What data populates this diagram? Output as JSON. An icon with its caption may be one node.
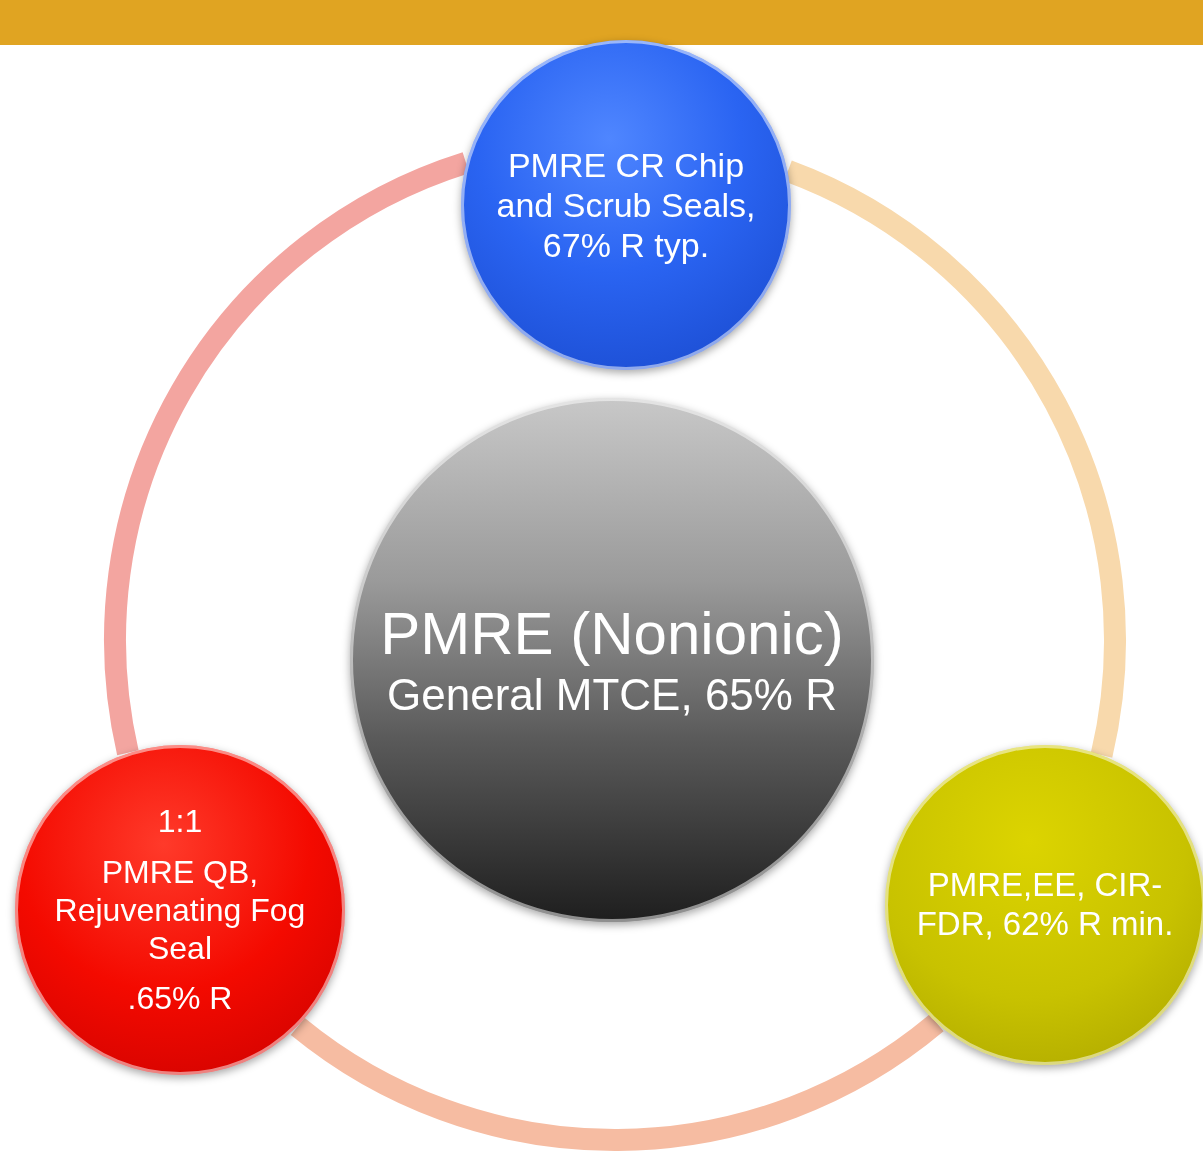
{
  "diagram": {
    "nodes": [
      {
        "text": [
          "PMRE CR Chip and Scrub Seals, 67% R typ."
        ]
      },
      {
        "text": [
          "PMRE (Nonionic)",
          "General MTCE, 65% R"
        ]
      },
      {
        "text": [
          "1:1",
          "PMRE QB, Rejuvenating Fog Seal",
          ".65% R"
        ]
      },
      {
        "text": [
          "PMRE,EE, CIR-FDR, 62% R min."
        ]
      }
    ],
    "edges": [
      {
        "from": 0,
        "to": 3,
        "arrow": "none",
        "color": "#f8d9ac"
      },
      {
        "from": 3,
        "to": 2,
        "arrow": "none",
        "color": "#f6bca2"
      },
      {
        "from": 2,
        "to": 0,
        "arrow": "none",
        "color": "#f3a5a0"
      }
    ]
  }
}
